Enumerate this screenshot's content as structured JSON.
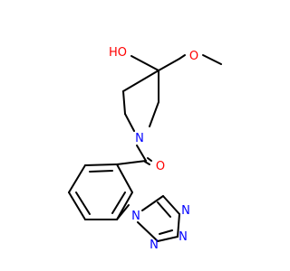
{
  "colors": {
    "bond": "#000000",
    "oxygen": "#ff0000",
    "nitrogen": "#0000ff"
  },
  "atoms": {
    "hydroxyl": "HO",
    "ether_oxygen": "O",
    "piperidine_nitrogen": "N",
    "carbonyl_oxygen": "O",
    "tetrazole_n1": "N",
    "tetrazole_n2": "N",
    "tetrazole_n3": "N",
    "tetrazole_n4": "N"
  }
}
